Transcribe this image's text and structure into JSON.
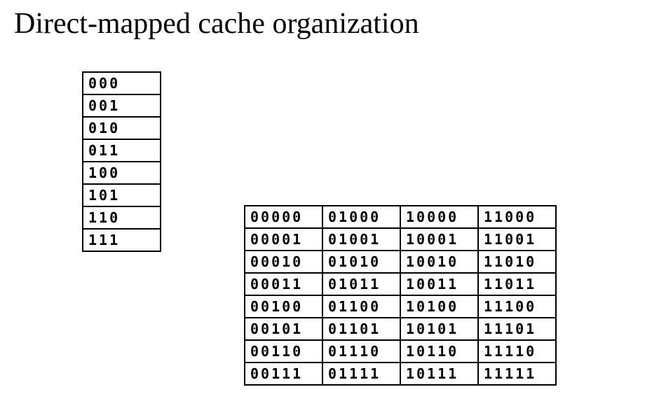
{
  "slide": {
    "title": "Direct-mapped cache organization"
  },
  "colors": {
    "background": "#ffffff",
    "border": "#000000",
    "text": "#000000"
  },
  "cache_table": {
    "description": "cache set index column, 3-bit binary",
    "rows": [
      "000",
      "001",
      "010",
      "011",
      "100",
      "101",
      "110",
      "111"
    ]
  },
  "memory_table": {
    "description": "memory block addresses, 5-bit binary, column-major",
    "rows": [
      [
        "00000",
        "01000",
        "10000",
        "11000"
      ],
      [
        "00001",
        "01001",
        "10001",
        "11001"
      ],
      [
        "00010",
        "01010",
        "10010",
        "11010"
      ],
      [
        "00011",
        "01011",
        "10011",
        "11011"
      ],
      [
        "00100",
        "01100",
        "10100",
        "11100"
      ],
      [
        "00101",
        "01101",
        "10101",
        "11101"
      ],
      [
        "00110",
        "01110",
        "10110",
        "11110"
      ],
      [
        "00111",
        "01111",
        "10111",
        "11111"
      ]
    ]
  }
}
